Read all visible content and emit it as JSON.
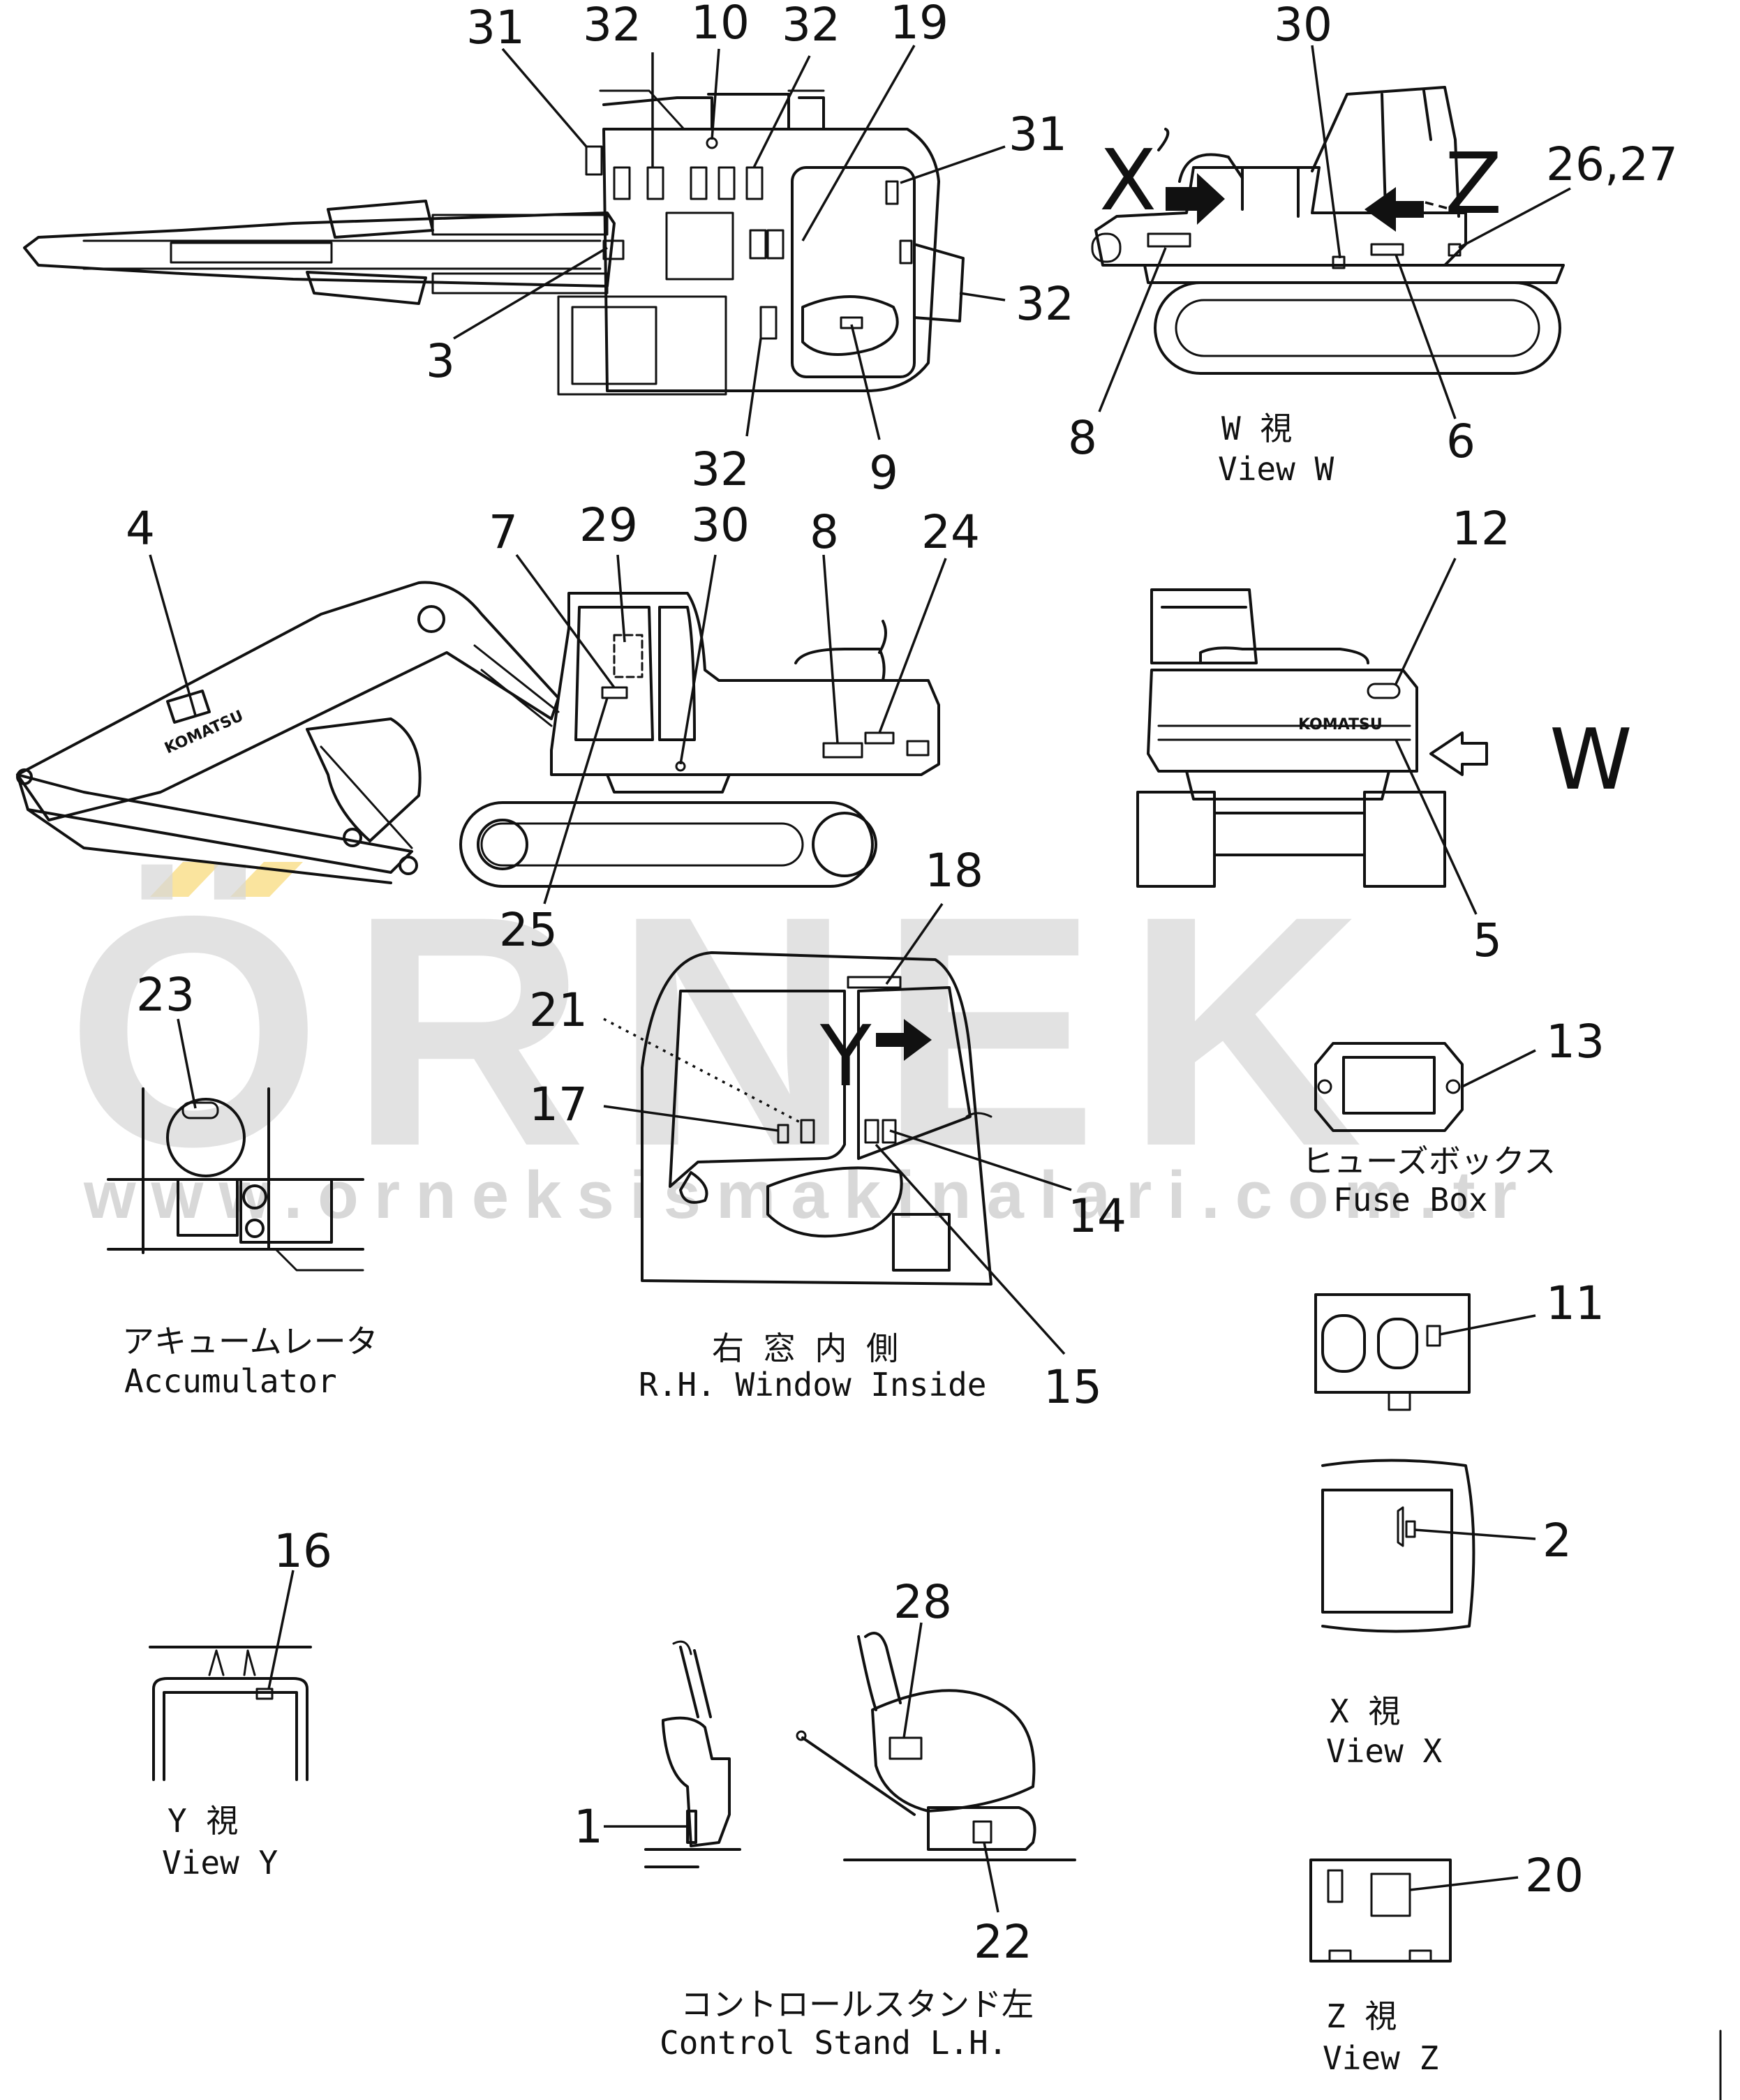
{
  "watermark": {
    "brand": "ÖRNEK",
    "url": "www.orneksismakinalari.com.tr"
  },
  "captions": {
    "view_w_jp": "W 視",
    "view_w": "View W",
    "accumulator_jp": "アキュームレータ",
    "accumulator": "Accumulator",
    "rh_window_jp": "右 窓 内 側",
    "rh_window": "R.H. Window Inside",
    "fuse_box_jp": "ヒューズボックス",
    "fuse_box": "Fuse Box",
    "view_x_jp": "X 視",
    "view_x": "View X",
    "view_y_jp": "Y 視",
    "view_y": "View Y",
    "control_stand_jp": "コントロールスタンド左",
    "control_stand": "Control Stand L.H.",
    "view_z_jp": "Z 視",
    "view_z": "View Z"
  },
  "view_letters": {
    "x": "X",
    "z": "Z",
    "w": "W",
    "y": "Y"
  },
  "logo_text": "KOMATSU",
  "callouts": {
    "top_31a": "31",
    "top_32a": "32",
    "top_10": "10",
    "top_32b": "32",
    "top_19": "19",
    "top_31b": "31",
    "top_32c": "32",
    "top_3": "3",
    "top_32d": "32",
    "top_9": "9",
    "w_30": "30",
    "w_26_27": "26,27",
    "w_8": "8",
    "w_6": "6",
    "side_4": "4",
    "side_7": "7",
    "side_29": "29",
    "side_30": "30",
    "side_8": "8",
    "side_24": "24",
    "side_25": "25",
    "rear_12": "12",
    "rear_5": "5",
    "acc_23": "23",
    "win_18": "18",
    "win_21": "21",
    "win_17": "17",
    "win_14": "14",
    "win_15": "15",
    "fuse_13": "13",
    "x_11": "11",
    "x_2": "2",
    "y_16": "16",
    "cs_28": "28",
    "cs_1": "1",
    "cs_22": "22",
    "z_20": "20"
  }
}
